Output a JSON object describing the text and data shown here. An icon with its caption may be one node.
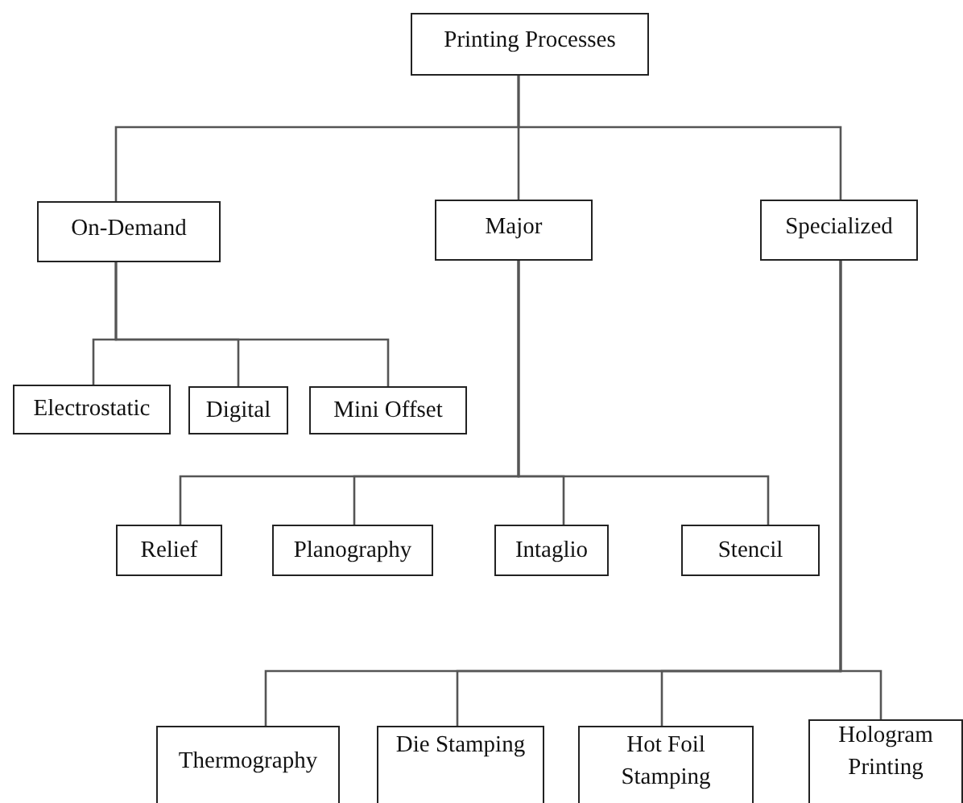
{
  "diagram": {
    "nodes": [
      {
        "text": [
          "Printing Processes"
        ]
      },
      {
        "text": [
          "On-Demand"
        ]
      },
      {
        "text": [
          "Major"
        ]
      },
      {
        "text": [
          "Specialized"
        ]
      },
      {
        "text": [
          "Electrostatic"
        ]
      },
      {
        "text": [
          "Digital"
        ]
      },
      {
        "text": [
          "Mini Offset"
        ]
      },
      {
        "text": [
          "Relief"
        ]
      },
      {
        "text": [
          "Planography"
        ]
      },
      {
        "text": [
          "Intaglio"
        ]
      },
      {
        "text": [
          "Stencil"
        ]
      },
      {
        "text": [
          "Thermography"
        ]
      },
      {
        "text": [
          "Die Stamping"
        ]
      },
      {
        "text": [
          "Hot Foil Stamping"
        ]
      },
      {
        "text": [
          "Hologram Printing"
        ]
      }
    ],
    "edges": [
      {
        "from": 0,
        "to": 1,
        "arrow": "none"
      },
      {
        "from": 0,
        "to": 2,
        "arrow": "none"
      },
      {
        "from": 0,
        "to": 3,
        "arrow": "none"
      },
      {
        "from": 1,
        "to": 4,
        "arrow": "none"
      },
      {
        "from": 1,
        "to": 5,
        "arrow": "none"
      },
      {
        "from": 1,
        "to": 6,
        "arrow": "none"
      },
      {
        "from": 2,
        "to": 7,
        "arrow": "none"
      },
      {
        "from": 2,
        "to": 8,
        "arrow": "none"
      },
      {
        "from": 2,
        "to": 9,
        "arrow": "none"
      },
      {
        "from": 2,
        "to": 10,
        "arrow": "none"
      },
      {
        "from": 3,
        "to": 11,
        "arrow": "none"
      },
      {
        "from": 3,
        "to": 12,
        "arrow": "none"
      },
      {
        "from": 3,
        "to": 13,
        "arrow": "none"
      },
      {
        "from": 3,
        "to": 14,
        "arrow": "none"
      }
    ]
  }
}
